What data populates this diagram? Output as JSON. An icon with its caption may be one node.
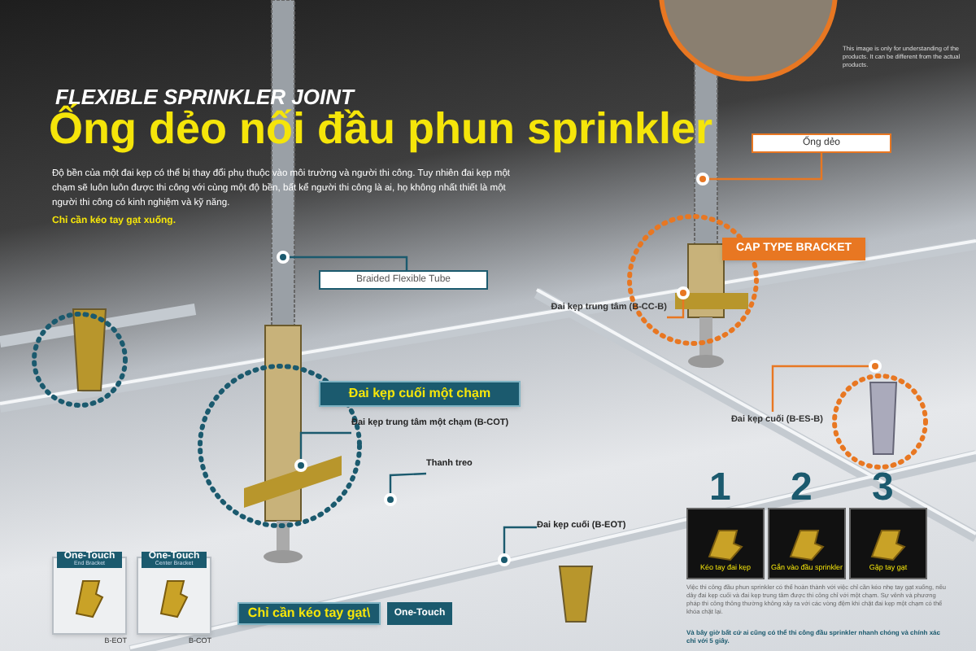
{
  "diagram": {
    "title": "Ống dẻo nối đầu phun sprinkler",
    "nodes": [
      {
        "text": [
          "Ống dẻo"
        ]
      },
      {
        "text": [],
        "shape": "circle"
      },
      {
        "text": [
          "CAP TYPE BRACKET"
        ]
      },
      {
        "text": [
          "Đai kẹp trung tâm (B-CC-B)"
        ]
      },
      {
        "text": [],
        "shape": "circle"
      },
      {
        "text": [
          "Đai kẹp cuối (B-ES-B)"
        ]
      },
      {
        "text": [],
        "shape": "circle"
      },
      {
        "text": [
          "Braided Flexible Tube"
        ]
      },
      {
        "text": [],
        "shape": "circle"
      },
      {
        "text": [
          "Đai kẹp cuối một chạm"
        ]
      },
      {
        "text": [
          "Đai kẹp trung tâm một chạm (B-COT)"
        ]
      },
      {
        "text": [],
        "shape": "circle"
      },
      {
        "text": [
          "Thanh treo"
        ]
      },
      {
        "text": [],
        "shape": "circle"
      },
      {
        "text": [
          "Đai kẹp cuối (B-EOT)"
        ]
      },
      {
        "text": [],
        "shape": "circle"
      },
      {
        "text": [
          "Chỉ cần kéo tay gạt\\"
        ]
      },
      {
        "text": [
          "One-Touch",
          "End Bracket"
        ],
        "beside": [
          "B-EOT"
        ]
      },
      {
        "text": [
          "One-Touch",
          "Center Bracket"
        ],
        "beside": [
          "B-COT"
        ]
      },
      {
        "text": [
          "One-Touch"
        ]
      },
      {
        "text": [
          "Kéo tay đai kẹp"
        ],
        "beside": [
          "1"
        ]
      },
      {
        "text": [
          "Gắn vào đầu sprinkler"
        ],
        "beside": [
          "2"
        ]
      },
      {
        "text": [
          "Gập tay gạt"
        ],
        "beside": [
          "3"
        ]
      }
    ],
    "edges": [
      {
        "from": 0,
        "to": 1,
        "arrow": "none",
        "color": "#e87722"
      },
      {
        "from": 3,
        "to": 4,
        "arrow": "none",
        "color": "#e87722"
      },
      {
        "from": 5,
        "to": 6,
        "arrow": "none",
        "color": "#e87722"
      },
      {
        "from": 7,
        "to": 8,
        "arrow": "none"
      },
      {
        "from": 10,
        "to": 11,
        "arrow": "none"
      },
      {
        "from": 12,
        "to": 13,
        "arrow": "none"
      },
      {
        "from": 14,
        "to": 15,
        "arrow": "none"
      }
    ],
    "labels": [
      "FLEXIBLE SPRINKLER JOINT",
      "Độ bền của một đai kẹp có thể bị thay đổi phụ thuộc vào môi trường và người thi công. Tuy nhiên đai kẹp một chạm sẽ luôn luôn được thi công với cùng một độ bền, bất kể người thi công là ai, họ không nhất thiết là một người thi công có kinh nghiệm và kỹ năng.",
      "Chỉ cần kéo tay gạt xuống.",
      "This image is only for understanding of the products. It can be different from the actual products.",
      "Việc thi công đầu phun sprinkler có thể hoàn thành với việc chỉ cần kéo nhẹ tay gạt xuống, nếu dây đai kẹp cuối và đai kẹp trung tâm được thi công chỉ với một chạm. Sự vênh và phương pháp thi công thông thường không xảy ra với các vòng đệm khi chặt đai kẹp một chạm có thể khóa chặt lại.",
      "Và bây giờ bất cứ ai cũng có thể thi công đầu sprinkler nhanh chóng và chính xác chỉ với 5 giây."
    ]
  }
}
